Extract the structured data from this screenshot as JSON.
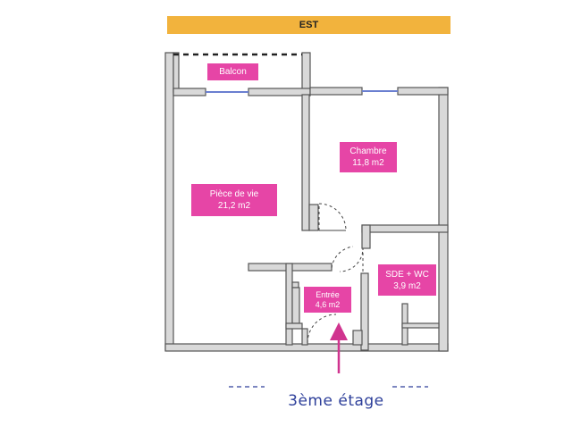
{
  "orientation_label": "EST",
  "rooms": {
    "balcon": {
      "name": "Balcon"
    },
    "piece_de_vie": {
      "name": "Pièce de vie",
      "area": "21,2 m2"
    },
    "chambre": {
      "name": "Chambre",
      "area": "11,8 m2"
    },
    "entree": {
      "name": "Entrée",
      "area": "4,6 m2"
    },
    "sde_wc": {
      "name": "SDE + WC",
      "area": "3,9 m2"
    }
  },
  "floor_label": "3ème étage",
  "colors": {
    "banner": "#f2b33d",
    "room_label_bg": "#e645a6",
    "wall_fill": "#d9d9d9",
    "wall_stroke": "#555555",
    "window": "#6a7fd0",
    "entry_arrow": "#d0348f",
    "caption": "#2d3f9a"
  }
}
